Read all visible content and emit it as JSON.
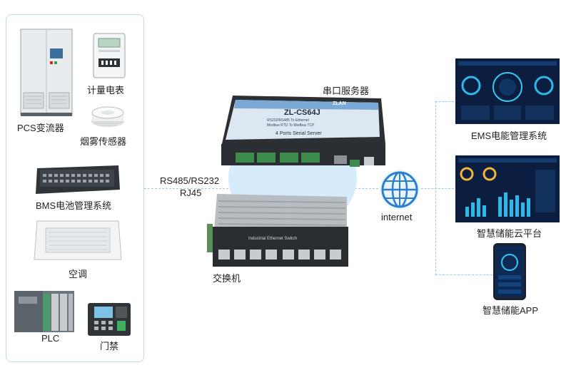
{
  "devices": {
    "pcs": "PCS变流器",
    "meter": "计量电表",
    "smoke": "烟雾传感器",
    "bms": "BMS电池管理系统",
    "ac": "空调",
    "plc": "PLC",
    "access": "门禁"
  },
  "center": {
    "serial_server_label": "串口服务器",
    "serial_model": "ZL-CS64J",
    "serial_sub1": "RS232/RS485 To Ethernet",
    "serial_sub2": "Modbus RTU To Modbus TCP",
    "serial_ports_text": "4 Ports Serial Server",
    "serial_brand": "ZLAN",
    "switch_label": "交换机",
    "switch_plate": "Industrial Ethernet Switch",
    "protocol_line1": "RS485/RS232",
    "protocol_line2": "RJ45",
    "internet_label": "internet"
  },
  "right": {
    "ems": "EMS电能管理系统",
    "cloud": "智慧储能云平台",
    "app": "智慧储能APP"
  },
  "colors": {
    "accent": "#8fd0e6",
    "panel_border": "#b9ddef",
    "globe": "#2a7fd0"
  }
}
